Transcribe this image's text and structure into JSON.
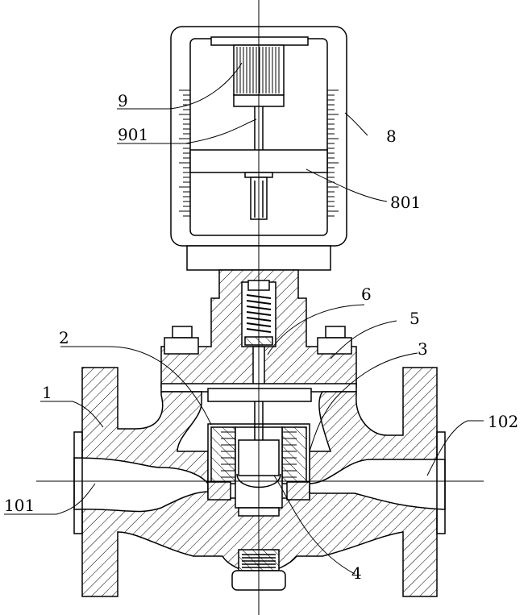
{
  "labels": {
    "l9": "9",
    "l901": "901",
    "l8": "8",
    "l801": "801",
    "l6": "6",
    "l5": "5",
    "l2": "2",
    "l3": "3",
    "l1": "1",
    "l102": "102",
    "l101": "101",
    "l4": "4"
  },
  "colors": {
    "line": "#000000",
    "background": "#ffffff"
  }
}
